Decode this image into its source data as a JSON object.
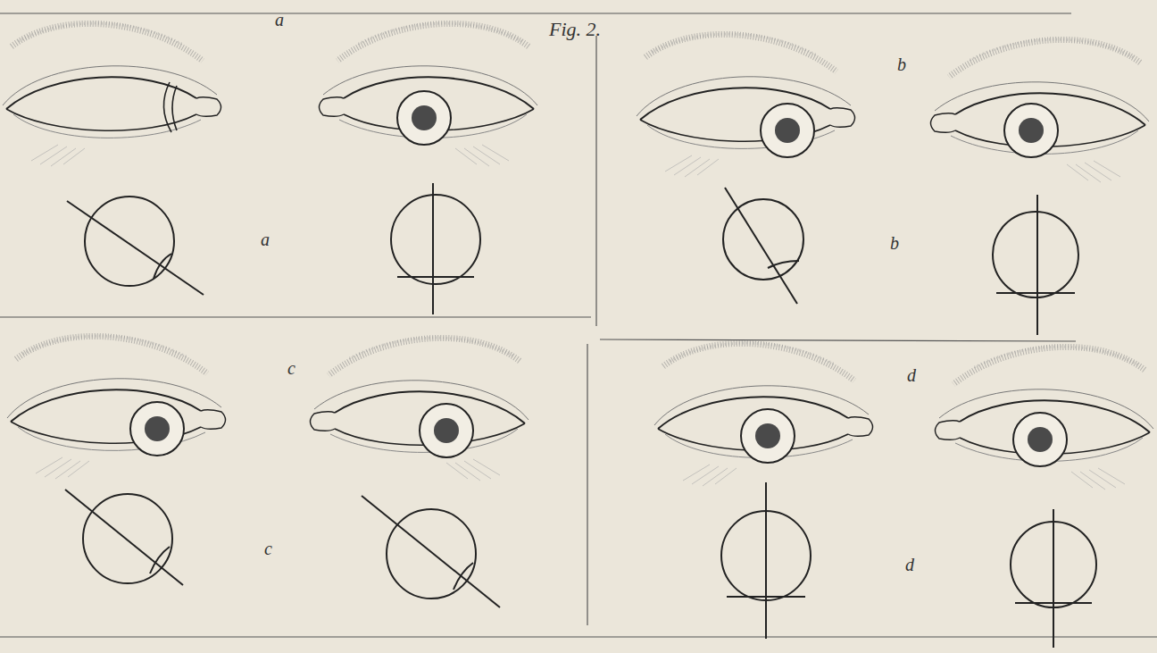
{
  "diagram": {
    "title": "Fig. 2.",
    "labels": [
      "a",
      "b",
      "a",
      "b",
      "c",
      "d",
      "c",
      "d"
    ]
  }
}
